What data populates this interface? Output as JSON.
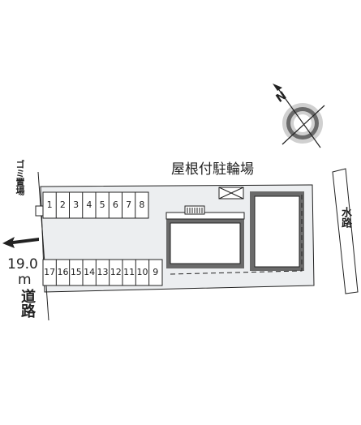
{
  "labels": {
    "bike_parking": "屋根付駐輪場",
    "garbage": "ゴミ置場",
    "waterway": "水路",
    "road_width": "19.0",
    "road_unit": "m",
    "road_name": "道路"
  },
  "compass": {
    "north_label": "N",
    "icon": "north-arrow-compass-icon"
  },
  "parking": {
    "top_row": [
      "1",
      "2",
      "3",
      "4",
      "5",
      "6",
      "7",
      "8"
    ],
    "bottom_row": [
      "17",
      "16",
      "15",
      "14",
      "13",
      "12",
      "11",
      "10",
      "9"
    ]
  },
  "colors": {
    "lot_fill": "#eceef0",
    "building_fill": "#6a6a6a",
    "line": "#222222"
  }
}
